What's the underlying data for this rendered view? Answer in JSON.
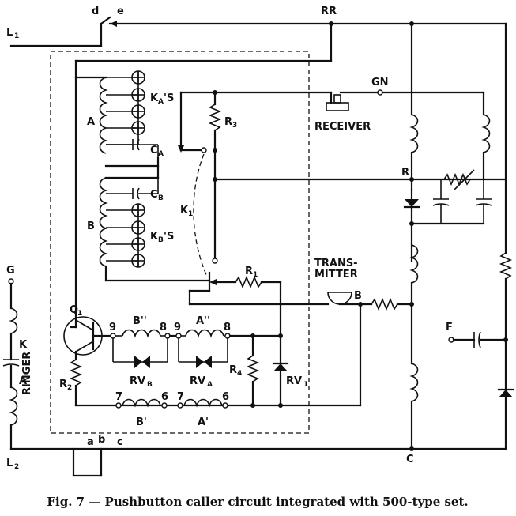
{
  "caption": "Fig. 7 — Pushbutton caller circuit integrated with 500-type set.",
  "labels": {
    "d": "d",
    "e": "e",
    "RR": "RR",
    "L": "L",
    "one": "1",
    "two": "2",
    "GN": "GN",
    "KA": "K",
    "KA_sub": "A",
    "KA_tail": "'S",
    "A": "A",
    "R3": "R",
    "R3_sub": "3",
    "CA": "C",
    "CA_sub": "A",
    "RECEIVER": "RECEIVER",
    "R": "R",
    "CB": "C",
    "CB_sub": "B",
    "K1": "K",
    "K1_sub": "1",
    "B": "B",
    "KB": "K",
    "KB_sub": "B",
    "KB_tail": "'S",
    "R1": "R",
    "R1_sub": "1",
    "TRANS": "TRANS-",
    "MITTER": "MITTER",
    "G": "G",
    "Q1": "Q",
    "Q1_sub": "1",
    "Bpp": "B''",
    "App": "A''",
    "n9a": "9",
    "n8a": "8",
    "n9b": "9",
    "n8b": "8",
    "K": "K",
    "RINGER": "RINGER",
    "RVB": "RV",
    "RVB_sub": "B",
    "RVA": "RV",
    "RVA_sub": "A",
    "R4": "R",
    "R4_sub": "4",
    "RV1": "RV",
    "RV1_sub": "1",
    "F": "F",
    "R2": "R",
    "R2_sub": "2",
    "n7a": "7",
    "n6a": "6",
    "n7b": "7",
    "n6b": "6",
    "Bp": "B'",
    "Ap": "A'",
    "a": "a",
    "b": "b",
    "c": "c",
    "C": "C"
  }
}
